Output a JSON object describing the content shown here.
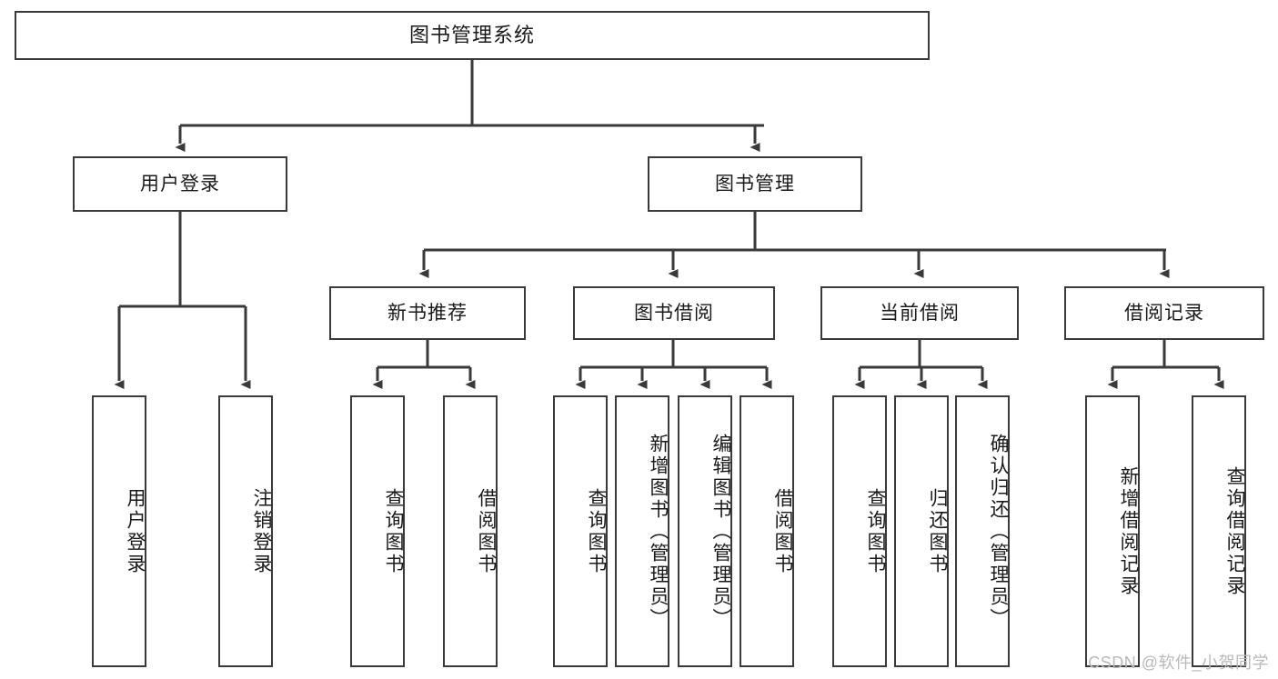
{
  "diagram": {
    "title": "图书管理系统",
    "type": "hierarchy-tree",
    "root": {
      "label": "图书管理系统"
    },
    "level2": [
      {
        "label": "用户登录"
      },
      {
        "label": "图书管理"
      }
    ],
    "level3": [
      {
        "label": "新书推荐"
      },
      {
        "label": "图书借阅"
      },
      {
        "label": "当前借阅"
      },
      {
        "label": "借阅记录"
      }
    ],
    "leaves": {
      "user_login": [
        {
          "label": "用户登录"
        },
        {
          "label": "注销登录"
        }
      ],
      "new_book_recommend": [
        {
          "label": "查询图书"
        },
        {
          "label": "借阅图书"
        }
      ],
      "book_borrow": [
        {
          "label": "查询图书"
        },
        {
          "label": "新增图书（管理员）"
        },
        {
          "label": "编辑图书（管理员）"
        },
        {
          "label": "借阅图书"
        }
      ],
      "current_borrow": [
        {
          "label": "查询图书"
        },
        {
          "label": "归还图书"
        },
        {
          "label": "确认归还（管理员）"
        }
      ],
      "borrow_record": [
        {
          "label": "新增借阅记录"
        },
        {
          "label": "查询借阅记录"
        }
      ]
    }
  },
  "watermark": {
    "text": "CSDN @软件_小贺同学"
  },
  "colors": {
    "border": "#3a3a3a",
    "background": "#ffffff",
    "text": "#1a1a1a",
    "watermark": "#b9b9b9"
  }
}
